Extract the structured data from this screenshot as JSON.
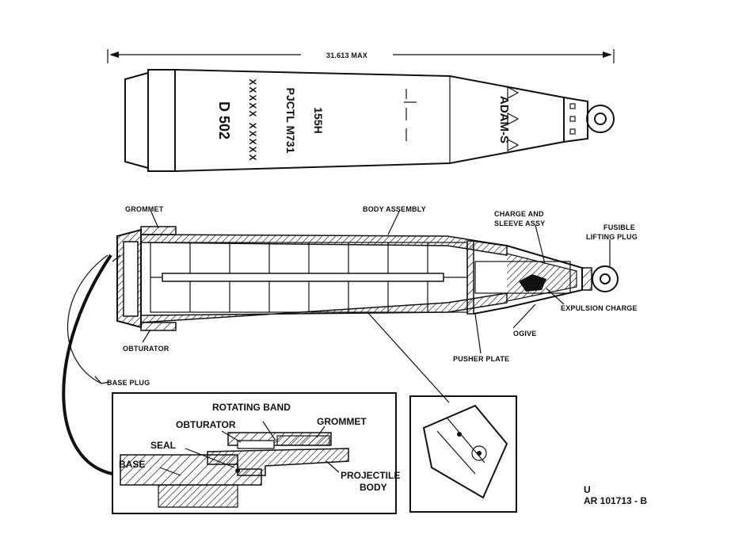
{
  "dimension": {
    "overall_length": "31.613 MAX"
  },
  "exterior_markings": {
    "caliber": "155H",
    "nomenclature": "PJCTL M731",
    "lot_placeholder": "XXXXX XXXXX",
    "lot_code": "D 502",
    "fuze_name": "ADAM-S"
  },
  "section_labels": {
    "grommet": "GROMMET",
    "body_assembly": "BODY ASSEMBLY",
    "charge_sleeve_line1": "CHARGE AND",
    "charge_sleeve_line2": "SLEEVE ASSY",
    "fusible_line1": "FUSIBLE",
    "fusible_line2": "LIFTING PLUG",
    "expulsion_charge": "EXPULSION CHARGE",
    "ogive": "OGIVE",
    "pusher_plate": "PUSHER PLATE",
    "obturator": "OBTURATOR",
    "base_plug": "BASE PLUG"
  },
  "detail_labels": {
    "rotating_band": "ROTATING BAND",
    "obturator": "OBTURATOR",
    "grommet": "GROMMET",
    "seal": "SEAL",
    "base": "BASE",
    "projectile_line1": "PROJECTILE",
    "projectile_line2": "BODY"
  },
  "figure_ref": {
    "line1": "U",
    "line2": "AR 101713 - B"
  }
}
